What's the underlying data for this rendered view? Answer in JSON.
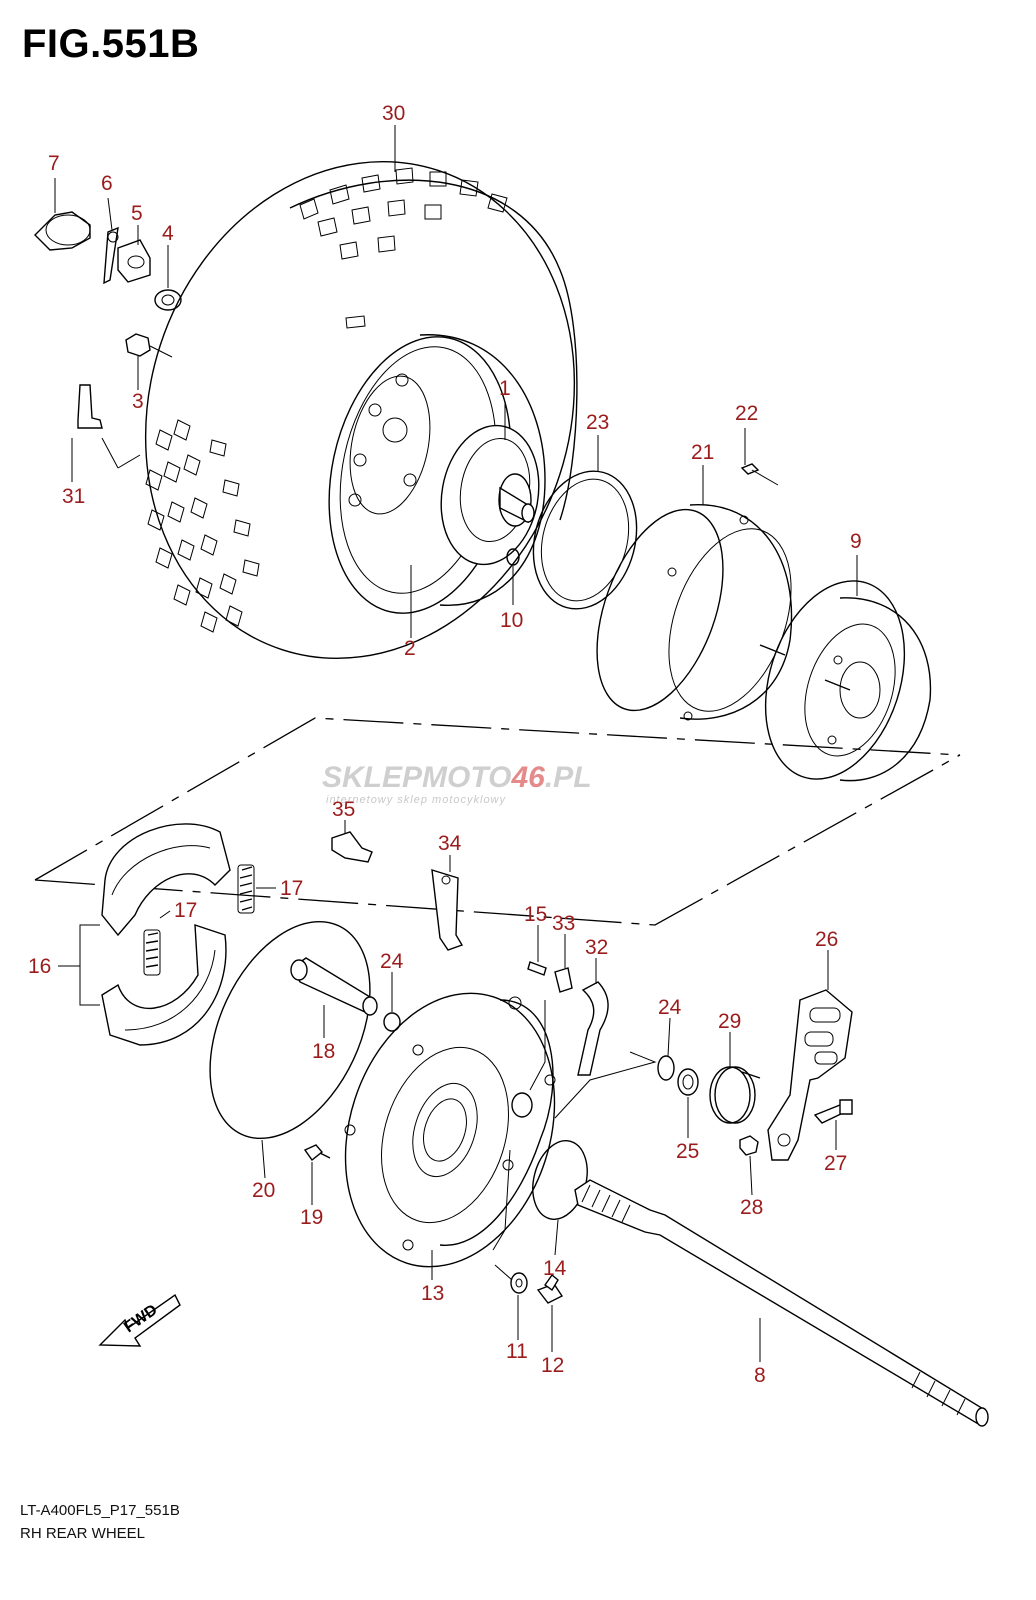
{
  "figure": {
    "title": "FIG.551B",
    "model_code": "LT-A400FL5_P17_551B",
    "assembly_name": "RH REAR WHEEL",
    "direction_badge": "FWD"
  },
  "watermark": {
    "brand_prefix": "SKLEPMOTO",
    "brand_highlight": "46",
    "brand_suffix": ".PL",
    "tagline": "internetowy sklep motocyklowy"
  },
  "callouts": [
    "30",
    "7",
    "6",
    "5",
    "4",
    "3",
    "31",
    "1",
    "23",
    "22",
    "21",
    "9",
    "10",
    "2",
    "35",
    "34",
    "17",
    "17",
    "16",
    "15",
    "33",
    "32",
    "26",
    "24",
    "24",
    "29",
    "18",
    "20",
    "19",
    "13",
    "25",
    "28",
    "27",
    "14",
    "11",
    "12",
    "8"
  ],
  "colors": {
    "callout": "#9b1c1c",
    "line": "#000000"
  }
}
